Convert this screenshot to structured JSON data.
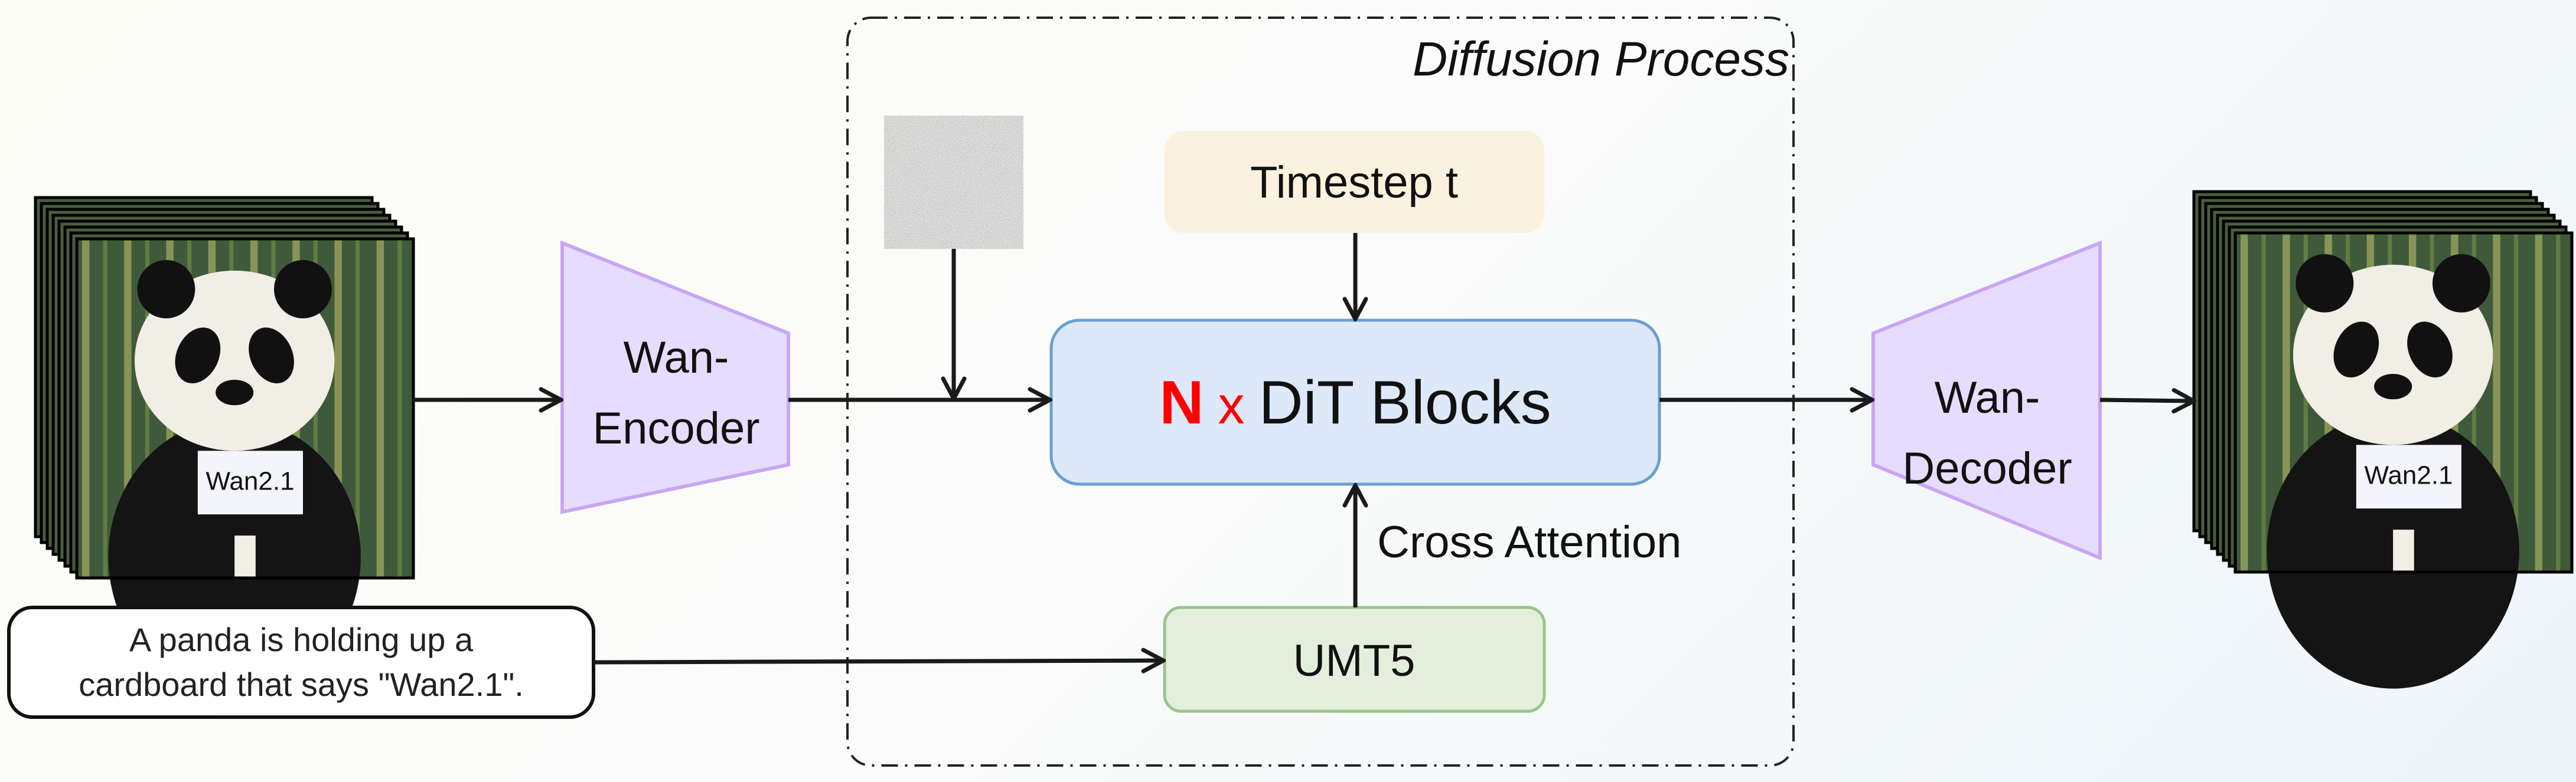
{
  "diffusion_label": "Diffusion Process",
  "timestep": {
    "label": "Timestep t",
    "fill": "#fbf1df"
  },
  "dit": {
    "prefix": "N",
    "times": "x",
    "label": "DiT Blocks",
    "fill": "#dde9f8",
    "border": "#6b9fd1",
    "accent": "#ff0000"
  },
  "umt5": {
    "label": "UMT5",
    "fill": "#e3efdc",
    "border": "#9cc58a"
  },
  "cross_attention": "Cross Attention",
  "encoder": {
    "line1": "Wan-",
    "line2": "Encoder",
    "fill": "#e6dcfd",
    "border": "#c8a6f2"
  },
  "decoder": {
    "line1": "Wan-",
    "line2": "Decoder"
  },
  "prompt": {
    "line1": "A panda is holding up a",
    "line2": "cardboard that says \"Wan2.1\"."
  },
  "frame_sign_text": "Wan2.1"
}
